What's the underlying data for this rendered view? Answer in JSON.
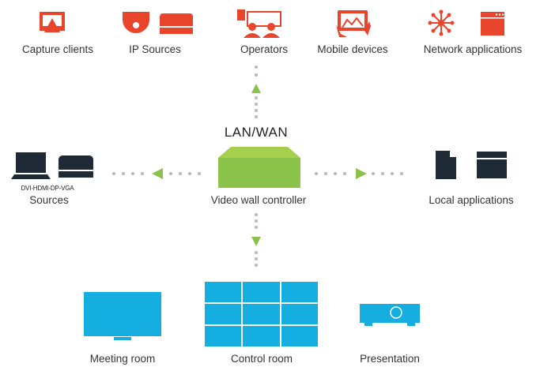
{
  "colors": {
    "red": "#e8452c",
    "blue": "#14aee0",
    "green": "#8bc34a",
    "dark": "#1e2a35",
    "dots": "#b8b8b8"
  },
  "top_sources": [
    {
      "label": "Capture clients",
      "icon": "airplay-screen-icon"
    },
    {
      "label": "IP Sources",
      "icon": "ip-camera-and-encoder-icon"
    },
    {
      "label": "Operators",
      "icon": "operators-workstation-icon"
    },
    {
      "label": "Mobile devices",
      "icon": "tablet-touch-icon"
    },
    {
      "label": "Network applications",
      "icon": "network-app-icon"
    }
  ],
  "center": {
    "network_label": "LAN/WAN",
    "controller_label": "Video wall controller"
  },
  "left": {
    "ports_label": "DVI-HDMI-DP-VGA",
    "label": "Sources"
  },
  "right": {
    "label": "Local applications"
  },
  "outputs": [
    {
      "label": "Meeting room"
    },
    {
      "label": "Control room"
    },
    {
      "label": "Presentation"
    }
  ]
}
